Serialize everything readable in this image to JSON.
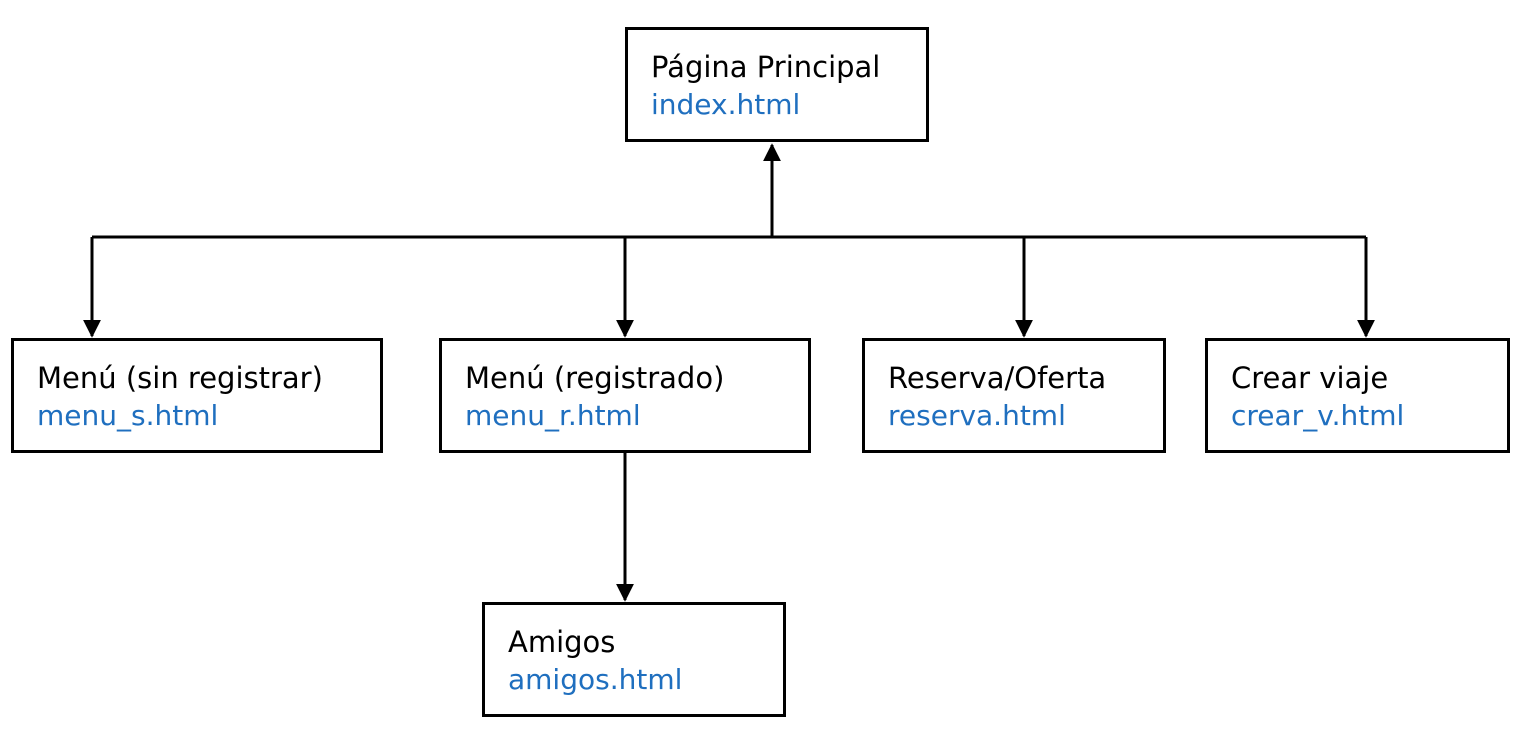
{
  "theme": {
    "line_color": "#000000",
    "title_color": "#000000",
    "file_color": "#1f6fbf"
  },
  "nodes": {
    "index": {
      "title": "Página Principal",
      "file": "index.html"
    },
    "menu_s": {
      "title": "Menú (sin registrar)",
      "file": "menu_s.html"
    },
    "menu_r": {
      "title": "Menú (registrado)",
      "file": "menu_r.html"
    },
    "reserva": {
      "title": "Reserva/Oferta",
      "file": "reserva.html"
    },
    "crear": {
      "title": "Crear viaje",
      "file": "crear_v.html"
    },
    "amigos": {
      "title": "Amigos",
      "file": "amigos.html"
    }
  },
  "edges": [
    {
      "from": "bus",
      "to": "index"
    },
    {
      "from": "bus",
      "to": "menu_s"
    },
    {
      "from": "bus",
      "to": "menu_r"
    },
    {
      "from": "bus",
      "to": "reserva"
    },
    {
      "from": "bus",
      "to": "crear"
    },
    {
      "from": "menu_r",
      "to": "amigos"
    }
  ]
}
